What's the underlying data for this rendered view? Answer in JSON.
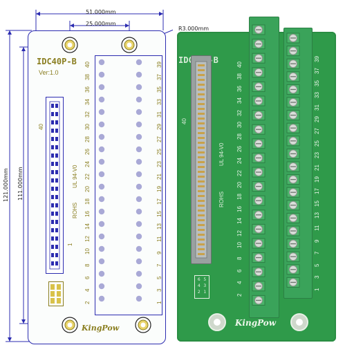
{
  "dimensions": {
    "width": "51.000mm",
    "hole_spacing": "25.000mm",
    "corner_radius": "R3.000mm",
    "height_total": "121.000mm",
    "height_inner": "111.000mm"
  },
  "board": {
    "model": "IDC40P-B",
    "model_photo": "IDC40P-B",
    "version": "Ver:1.0",
    "connector_pin_label": "40",
    "connector_pin_1": "1",
    "ul_label": "UL 94-V0",
    "rohs_label": "ROHS",
    "brand": "KingPow",
    "jumper_labels": [
      "6",
      "5",
      "4",
      "3",
      "2",
      "1"
    ]
  },
  "pins_left_even": [
    "40",
    "38",
    "36",
    "34",
    "32",
    "30",
    "28",
    "26",
    "24",
    "22",
    "20",
    "18",
    "16",
    "14",
    "12",
    "10",
    "8",
    "6",
    "4",
    "2"
  ],
  "pins_right_odd": [
    "39",
    "37",
    "35",
    "33",
    "31",
    "29",
    "27",
    "25",
    "23",
    "21",
    "19",
    "17",
    "15",
    "13",
    "11",
    "9",
    "7",
    "5",
    "3",
    "1"
  ],
  "colors": {
    "pcb_green": "#2f9a4a",
    "terminal_green": "#3aa35a",
    "silkscreen_gold": "#8a7e20",
    "dimension_blue": "#2b2bb0"
  }
}
